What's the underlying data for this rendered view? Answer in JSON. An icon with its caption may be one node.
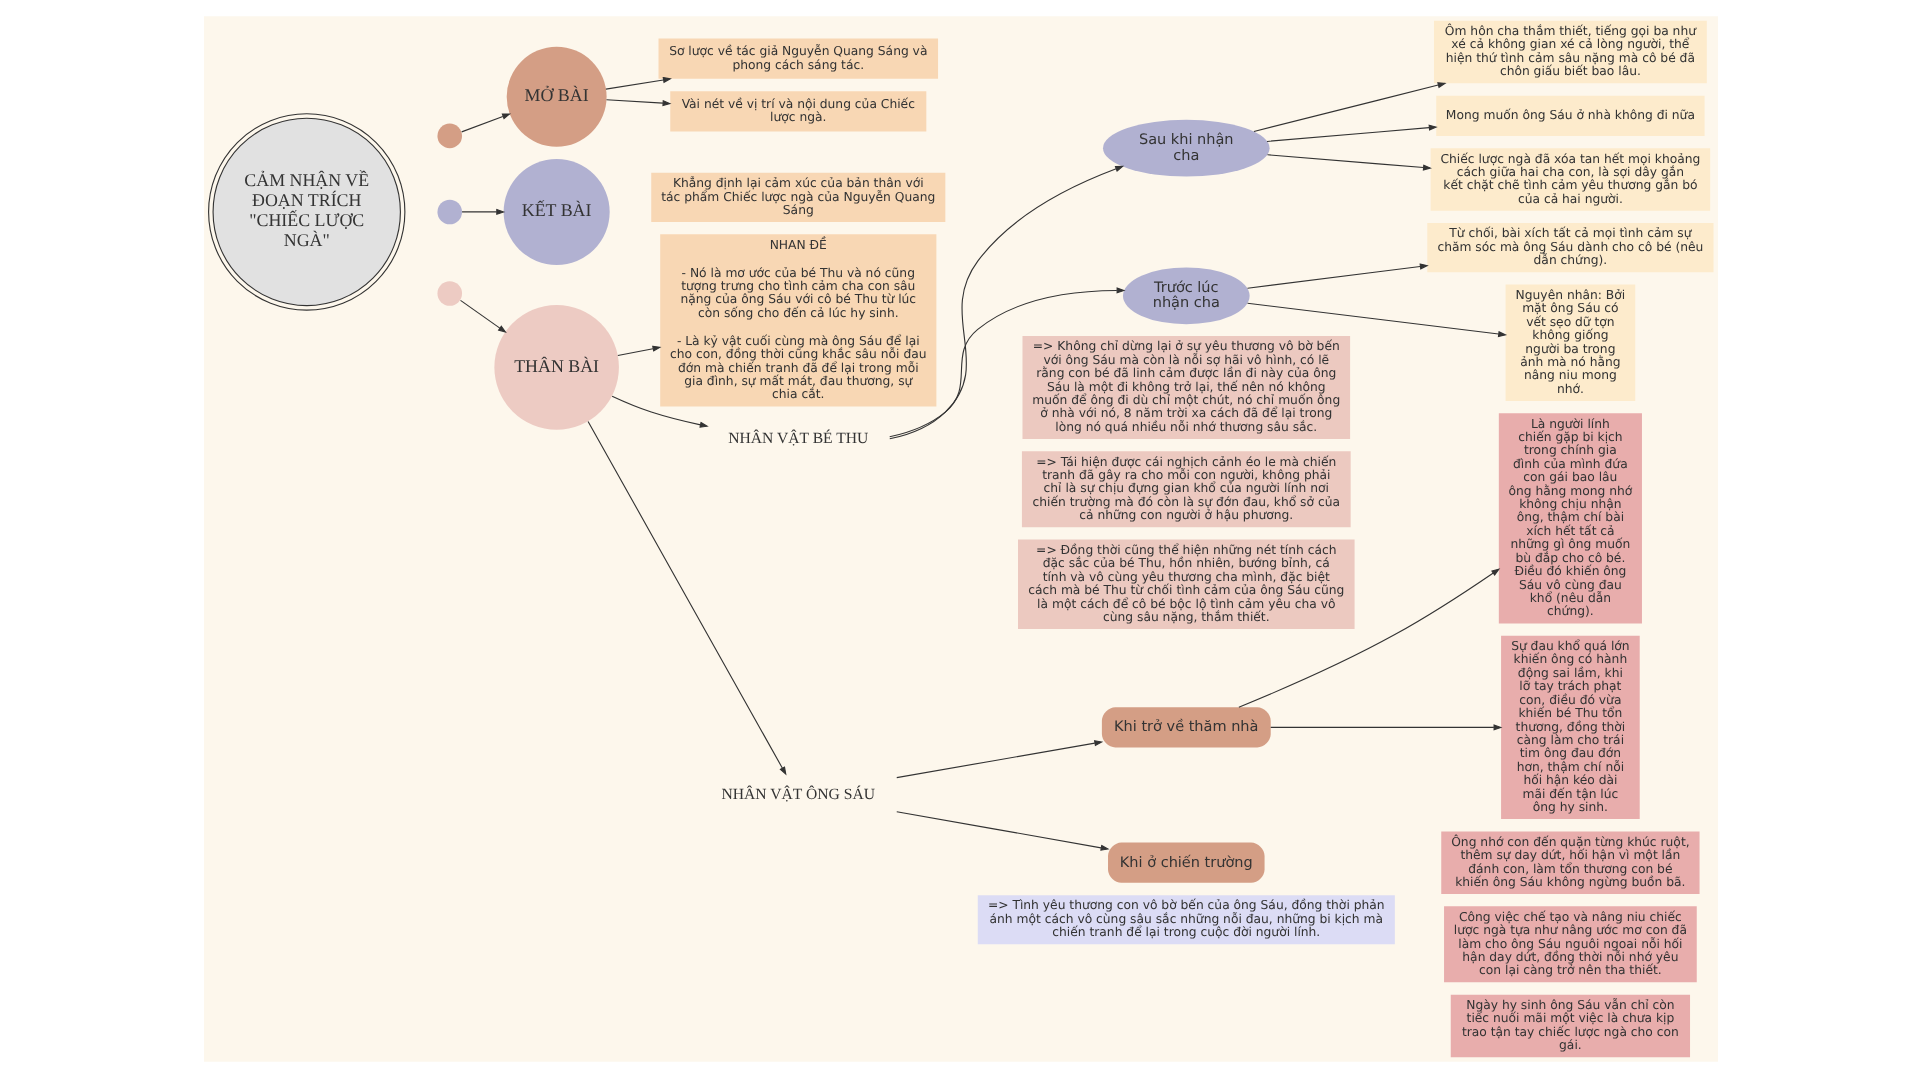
{
  "diagram": {
    "nodes": [
      {
        "text": [
          "CẢM NHẬN VỀ ĐOẠN TRÍCH \"CHIẾC LƯỢC NGÀ\""
        ]
      },
      {
        "text": [],
        "shape": "circle"
      },
      {
        "text": [],
        "shape": "circle"
      },
      {
        "text": [],
        "shape": "circle"
      },
      {
        "text": [
          "MỞ BÀI"
        ]
      },
      {
        "text": [
          "Sơ lược về tác giả Nguyễn Quang Sáng và phong cách sáng tác."
        ]
      },
      {
        "text": [
          "Vài nét về vị trí và nội dung của Chiếc lược ngà."
        ]
      },
      {
        "text": [
          "KẾT BÀI"
        ]
      },
      {
        "text": [
          "Khẳng định lại cảm xúc của bản thân với tác phẩm Chiếc lược ngà của Nguyễn Quang Sáng"
        ]
      },
      {
        "text": [
          "THÂN BÀI"
        ]
      },
      {
        "text": [
          "NHAN ĐỀ",
          "- Nó là mơ ước của bé Thu và nó cũng tượng trưng cho tình cảm cha con sâu nặng của ông Sáu với cô bé Thu từ lúc còn sống cho đến cả lúc hy sinh.",
          "- Là kỷ vật cuối cùng mà ông Sáu để lại cho con, đồng thời cũng khắc sâu nỗi đau đớn mà chiến tranh đã để lại trong mỗi gia đình, sự mất mát, đau thương, sự chia cắt."
        ]
      },
      {
        "text": [
          "NHÂN VẬT BÉ THU"
        ]
      },
      {
        "text": [
          "Sau khi nhận cha"
        ]
      },
      {
        "text": [
          "Trước lúc nhận cha"
        ]
      },
      {
        "text": [
          "Ôm hôn cha thắm thiết, tiếng gọi ba như xé cả không gian xé cả lòng người, thể hiện thứ tình cảm sâu nặng mà cô bé đã chôn giấu biết bao lâu."
        ]
      },
      {
        "text": [
          "Mong muốn ông Sáu ở nhà không đi nữa"
        ]
      },
      {
        "text": [
          "=> Không chỉ dừng lại ở sự yêu thương vô bờ bến với ông Sáu mà còn là nỗi sợ hãi vô hình, có lẽ rằng con bé đã linh cảm được lần đi này của ông Sáu là một đi không trở lại, thế nên nó không muốn để ông đi dù chỉ một chút, nó chỉ muốn ông ở nhà với nó, 8 năm trời xa cách đã để lại trong lòng nó quá nhiều nỗi nhớ thương sâu sắc."
        ]
      },
      {
        "text": [
          "Chiếc lược ngà đã xóa tan hết mọi khoảng cách giữa hai cha con, là sợi dây gắn kết chặt chẽ tình cảm yêu thương gắn bó của cả hai người."
        ]
      },
      {
        "text": [
          "Từ chối, bài xích tất cả mọi tình cảm sự chăm sóc mà ông Sáu dành cho cô bé (nêu dẫn chứng)."
        ]
      },
      {
        "text": [
          "Nguyên nhân: Bởi mặt ông Sáu có vết sẹo dữ tợn không giống người ba trong ảnh mà nó hằng nâng niu mong nhớ."
        ]
      },
      {
        "text": [
          "=> Tái hiện được cái nghịch cảnh éo le mà chiến tranh đã gây ra cho mỗi con người, không phải chỉ là sự chịu đựng gian khổ của người lính nơi chiến trường mà đó còn là sự đớn đau, khổ sở của cả những con người ở hậu phương."
        ]
      },
      {
        "text": [
          "=> Đồng thời cũng thể hiện những nét tính cách đặc sắc của bé Thu, hồn nhiên, bướng bỉnh, cá tính và vô cùng yêu thương cha mình, đặc biệt cách mà bé Thu từ chối tình cảm của ông Sáu cũng là một cách để cô bé bộc lộ tình cảm yêu cha vô cùng sâu nặng, thắm thiết."
        ]
      },
      {
        "text": [
          "NHÂN VẬT ÔNG SÁU"
        ]
      },
      {
        "text": [
          "Khi trở về thăm nhà"
        ]
      },
      {
        "text": [
          "Khi ở chiến trường"
        ]
      },
      {
        "text": [
          "Là người lính chiến gặp bi kịch trong chính gia đình của mình đứa con gái bao lâu ông hằng mong nhớ không chịu nhận ông, thậm chí bài xích hết tất cả những gì ông muốn bù đắp cho cô bé. Điều đó khiến ông Sáu vô cùng đau khổ (nêu dẫn chứng)."
        ]
      },
      {
        "text": [
          "Sự đau khổ quá lớn khiến ông có hành động sai lầm, khi lỡ tay trách phạt con, điều đó vừa khiến bé Thu tổn thương, đồng thời càng làm cho trái tim ông đau đớn hơn, thậm chí nỗi hối hận kéo dài mãi đến tận lúc ông hy sinh."
        ]
      },
      {
        "text": [
          "Ông nhớ con đến quặn từng khúc ruột, thêm sự day dứt, hối hận vì một lần đánh con, làm tổn thương con bé khiến ông Sáu không ngừng buồn bã."
        ]
      },
      {
        "text": [
          "Công việc chế tạo và nâng niu chiếc lược ngà tựa như nâng ước mơ con đã làm cho ông Sáu nguôi ngoai nỗi hối hận day dứt, đồng thời nỗi nhớ yêu con lại càng trở nên tha thiết."
        ]
      },
      {
        "text": [
          "Ngày hy sinh ông Sáu vẫn chỉ còn tiếc nuối mãi một việc là chưa kịp trao tận tay chiếc lược ngà cho con gái."
        ]
      },
      {
        "text": [
          "=> Tình yêu thương con vô bờ bến của ông Sáu, đồng thời phản ánh một cách vô cùng sâu sắc những nỗi đau, những bi kịch mà chiến tranh để lại trong cuộc đời người lính."
        ]
      }
    ],
    "edges": [
      {
        "from": 1,
        "to": 4,
        "arrow": "to"
      },
      {
        "from": 4,
        "to": 5,
        "arrow": "to"
      },
      {
        "from": 4,
        "to": 6,
        "arrow": "to"
      },
      {
        "from": 2,
        "to": 7,
        "arrow": "to"
      },
      {
        "from": 3,
        "to": 9,
        "arrow": "to"
      },
      {
        "from": 9,
        "to": 10,
        "arrow": "to"
      },
      {
        "from": 9,
        "to": 11,
        "arrow": "to"
      },
      {
        "from": 9,
        "to": 22,
        "arrow": "to"
      },
      {
        "from": 11,
        "to": 12,
        "arrow": "to"
      },
      {
        "from": 11,
        "to": 13,
        "arrow": "to"
      },
      {
        "from": 12,
        "to": 14,
        "arrow": "to"
      },
      {
        "from": 12,
        "to": 15,
        "arrow": "to"
      },
      {
        "from": 12,
        "to": 17,
        "arrow": "to"
      },
      {
        "from": 13,
        "to": 18,
        "arrow": "to"
      },
      {
        "from": 13,
        "to": 19,
        "arrow": "to"
      },
      {
        "from": 22,
        "to": 23,
        "arrow": "to"
      },
      {
        "from": 22,
        "to": 24,
        "arrow": "to"
      },
      {
        "from": 23,
        "to": 25,
        "arrow": "to"
      },
      {
        "from": 23,
        "to": 26,
        "arrow": "to"
      }
    ]
  }
}
